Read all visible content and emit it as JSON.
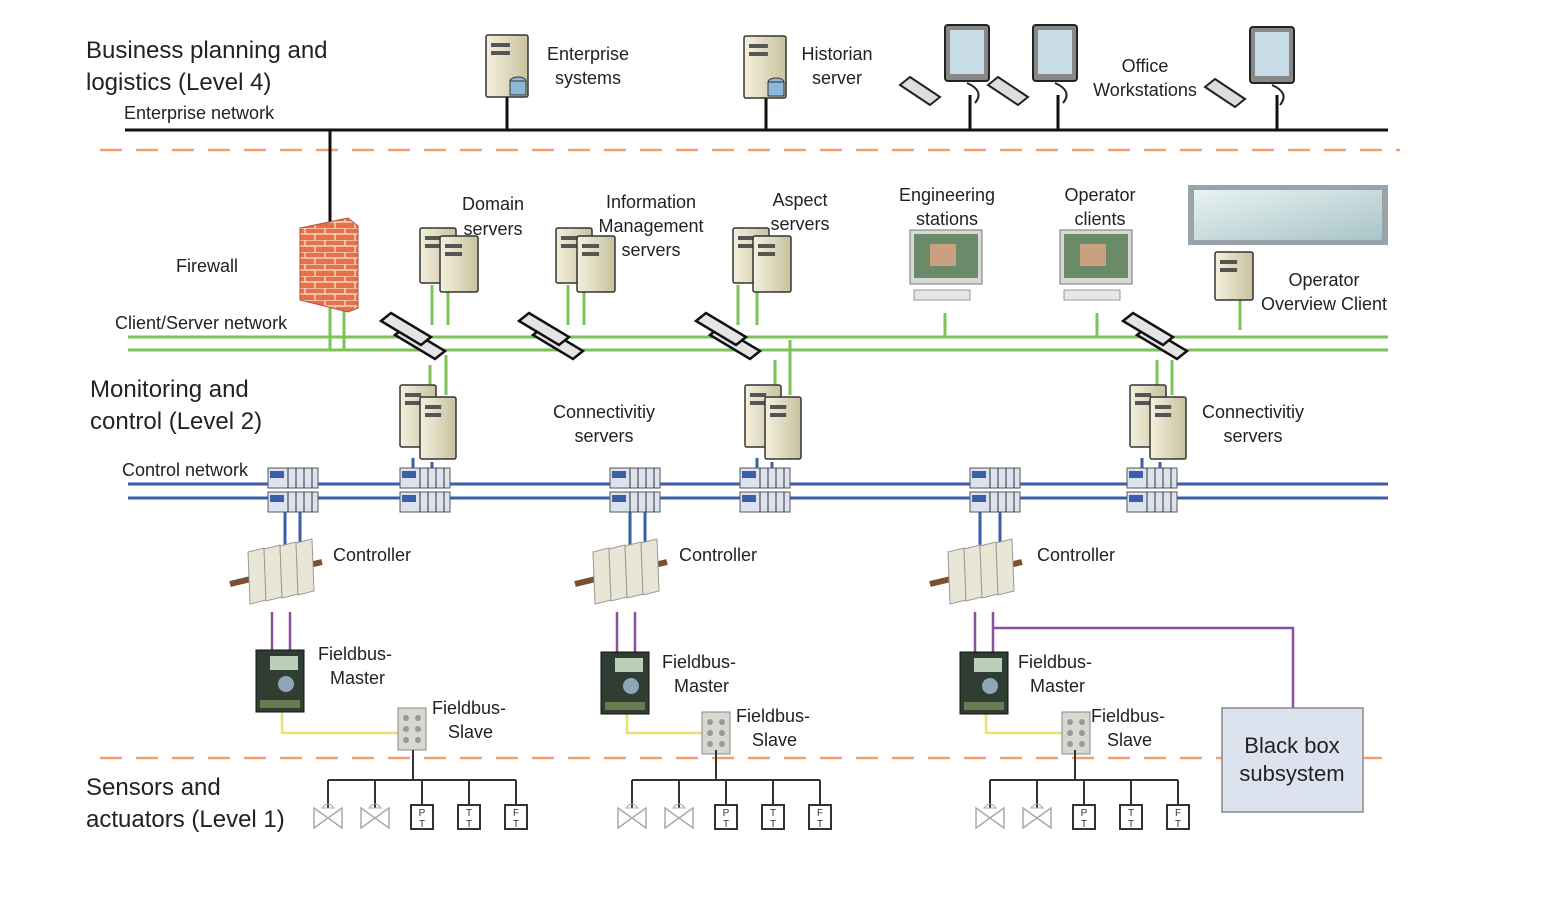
{
  "levels": {
    "level4_line1": "Business planning and",
    "level4_line2": "logistics (Level 4)",
    "level2_line1": "Monitoring and",
    "level2_line2": "control (Level 2)",
    "level1_line1": "Sensors and",
    "level1_line2": "actuators (Level 1)"
  },
  "networks": {
    "enterprise": "Enterprise network",
    "client_server": "Client/Server network",
    "control": "Control network"
  },
  "nodes": {
    "enterprise_systems": [
      "Enterprise",
      "systems"
    ],
    "historian": [
      "Historian",
      "server"
    ],
    "office_workstations": [
      "Office",
      "Workstations"
    ],
    "firewall": "Firewall",
    "domain_servers": [
      "Domain",
      "servers"
    ],
    "info_mgmt_servers": [
      "Information",
      "Management",
      "servers"
    ],
    "aspect_servers": [
      "Aspect",
      "servers"
    ],
    "engineering_stations": [
      "Engineering",
      "stations"
    ],
    "operator_clients": [
      "Operator",
      "clients"
    ],
    "operator_overview": [
      "Operator",
      "Overview Client"
    ],
    "connectivity_servers": [
      "Connectivitiy",
      "servers"
    ],
    "controller": "Controller",
    "fieldbus_master": [
      "Fieldbus-",
      "Master"
    ],
    "fieldbus_slave": [
      "Fieldbus-",
      "Slave"
    ],
    "black_box": [
      "Black box",
      "subsystem"
    ]
  },
  "sensor_labels": [
    [
      "P",
      "T"
    ],
    [
      "T",
      "T"
    ],
    [
      "F",
      "T"
    ]
  ],
  "colors": {
    "enterprise_net": "#111111",
    "client_server_net": "#7cc35a",
    "control_net": "#3a5ea8",
    "fieldbus_purple": "#8a4f9e",
    "fieldbus_yellow": "#e8e070",
    "level_divider": "#f0a070",
    "black_box_fill": "#dce3ee"
  }
}
